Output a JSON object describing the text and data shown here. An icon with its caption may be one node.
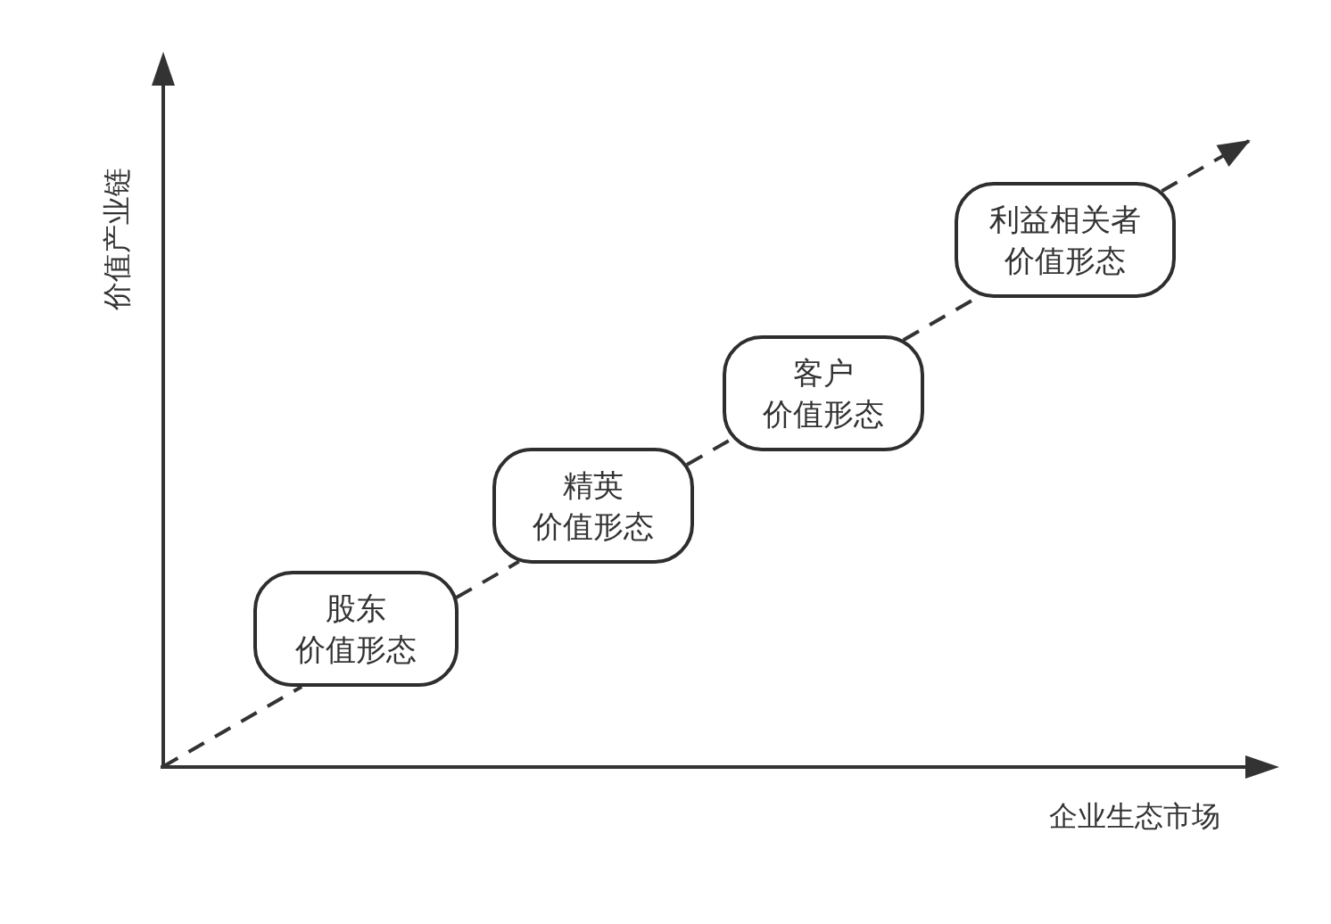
{
  "diagram": {
    "nodes": [
      {
        "text": [],
        "shape": "arrow",
        "beside": [
          "价值产业链"
        ]
      },
      {
        "text": [
          "股东",
          "价值形态"
        ]
      },
      {
        "text": [
          "精英",
          "价值形态"
        ]
      },
      {
        "text": [
          "客户",
          "价值形态"
        ]
      },
      {
        "text": [
          "利益相关者",
          "价值形态"
        ]
      }
    ],
    "edges": [
      {
        "from": 0,
        "to": 1,
        "arrow": "none",
        "style": "dashed"
      },
      {
        "from": 1,
        "to": 2,
        "arrow": "none",
        "style": "dashed"
      },
      {
        "from": 2,
        "to": 3,
        "arrow": "none",
        "style": "dashed"
      },
      {
        "from": 3,
        "to": 4,
        "arrow": "none",
        "style": "dashed"
      },
      {
        "from": 4,
        "to": null,
        "arrow": "to",
        "style": "dashed"
      }
    ],
    "labels": [
      "企业生态市场"
    ]
  }
}
